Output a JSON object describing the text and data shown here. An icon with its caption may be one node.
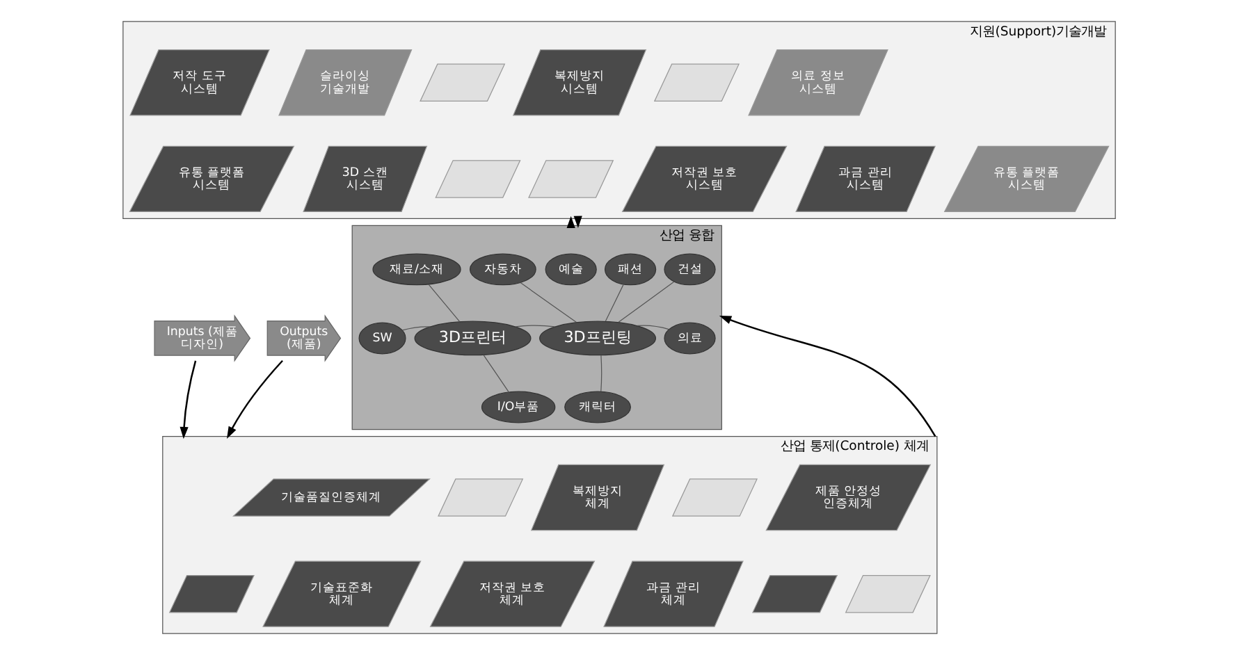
{
  "diagram": {
    "nodes": [
      {
        "text": [
          "지원(Support)기술개발"
        ]
      },
      {
        "text": [
          "저작 도구 시스템"
        ],
        "in": 0
      },
      {
        "text": [
          "슬라이싱 기술개발"
        ],
        "in": 0
      },
      {
        "text": [],
        "shape": "box",
        "in": 0
      },
      {
        "text": [
          "복제방지 시스템"
        ],
        "in": 0
      },
      {
        "text": [],
        "shape": "box",
        "in": 0
      },
      {
        "text": [
          "의료 정보 시스템"
        ],
        "in": 0
      },
      {
        "text": [
          "유통 플랫폼 시스템"
        ],
        "in": 0
      },
      {
        "text": [
          "3D 스캔 시스템"
        ],
        "in": 0
      },
      {
        "text": [],
        "shape": "box",
        "in": 0
      },
      {
        "text": [],
        "shape": "box",
        "in": 0
      },
      {
        "text": [
          "저작권 보호 시스템"
        ],
        "in": 0
      },
      {
        "text": [
          "과금 관리 시스템"
        ],
        "in": 0
      },
      {
        "text": [
          "유통 플랫폼 시스템"
        ],
        "in": 0
      },
      {
        "text": [
          "Inputs (제품 디자인)"
        ]
      },
      {
        "text": [
          "산업 융합"
        ]
      },
      {
        "text": [
          "재료/소재"
        ],
        "in": 15
      },
      {
        "text": [
          "자동차"
        ],
        "in": 15
      },
      {
        "text": [
          "예술"
        ],
        "in": 15
      },
      {
        "text": [
          "패션"
        ],
        "in": 15
      },
      {
        "text": [
          "건설"
        ],
        "in": 15
      },
      {
        "text": [
          "SW"
        ],
        "in": 15
      },
      {
        "text": [
          "의료"
        ],
        "in": 15
      },
      {
        "text": [
          "3D프린터"
        ],
        "in": 15
      },
      {
        "text": [
          "3D프린팅"
        ],
        "in": 15
      },
      {
        "text": [
          "I/O부품"
        ],
        "in": 15
      },
      {
        "text": [
          "캐릭터"
        ],
        "in": 15
      },
      {
        "text": [
          "Outputs (제품)"
        ]
      },
      {
        "text": [
          "산업 통제(Controle) 체계"
        ]
      },
      {
        "text": [
          "기술품질인증체계"
        ],
        "in": 28
      },
      {
        "text": [],
        "shape": "box",
        "in": 28
      },
      {
        "text": [
          "복제방지 체계"
        ],
        "in": 28
      },
      {
        "text": [],
        "shape": "box",
        "in": 28
      },
      {
        "text": [
          "제품 안정성 인증체계"
        ],
        "in": 28
      },
      {
        "text": [],
        "shape": "box",
        "in": 28
      },
      {
        "text": [
          "기술표준화 체계"
        ],
        "in": 28
      },
      {
        "text": [],
        "shape": "box",
        "in": 28
      },
      {
        "text": [
          "저작권 보호 체계"
        ],
        "in": 28
      },
      {
        "text": [
          "과금 관리 체계"
        ],
        "in": 28
      },
      {
        "text": [],
        "shape": "box",
        "in": 28
      }
    ],
    "edges": [
      {
        "from": 15,
        "to": 0,
        "arrow": "to"
      },
      {
        "from": 0,
        "to": 15,
        "arrow": "to"
      },
      {
        "from": 28,
        "to": 15,
        "arrow": "to"
      },
      {
        "from": 14,
        "to": 28,
        "arrow": "to"
      },
      {
        "from": 27,
        "to": 28,
        "arrow": "to"
      },
      {
        "from": 16,
        "to": 23,
        "arrow": "none"
      },
      {
        "from": 21,
        "to": 23,
        "arrow": "none"
      },
      {
        "from": 25,
        "to": 23,
        "arrow": "none"
      },
      {
        "from": 23,
        "to": 24,
        "arrow": "none"
      },
      {
        "from": 17,
        "to": 24,
        "arrow": "none"
      },
      {
        "from": 19,
        "to": 24,
        "arrow": "none"
      },
      {
        "from": 20,
        "to": 24,
        "arrow": "none"
      },
      {
        "from": 22,
        "to": 24,
        "arrow": "none"
      },
      {
        "from": 26,
        "to": 24,
        "arrow": "none"
      }
    ]
  }
}
